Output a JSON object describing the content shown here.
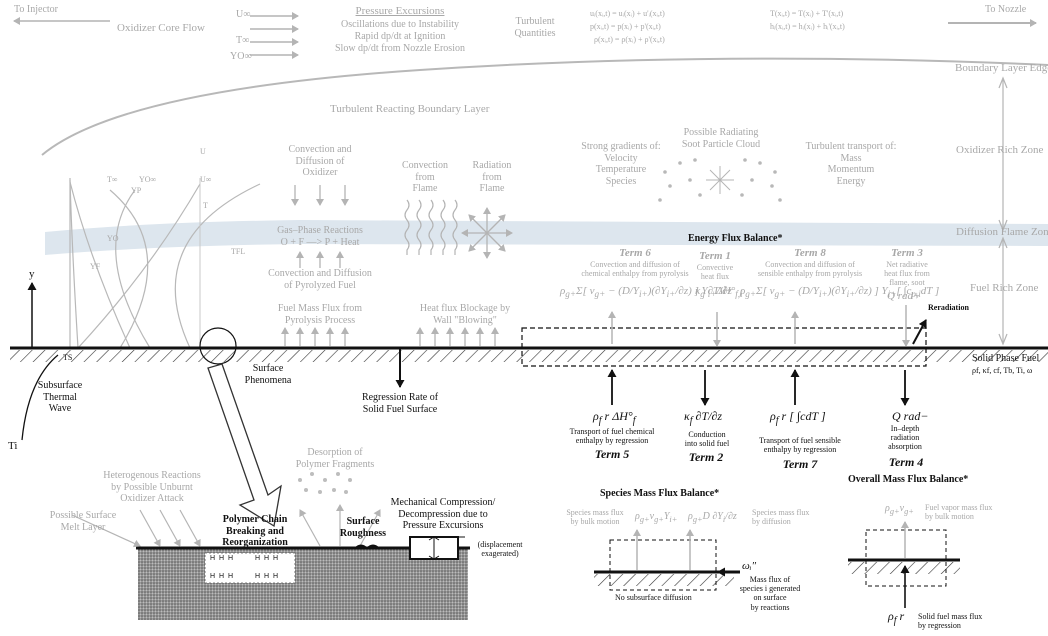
{
  "top": {
    "to_injector": "To Injector",
    "to_nozzle": "To Nozzle",
    "oxidizer_core_flow": "Oxidizer Core Flow",
    "u_inf": "U∞",
    "t_inf": "T∞",
    "yo_inf": "YO∞",
    "pressure_excursions": "Pressure Excursions",
    "pe_line1": "Oscillations due to Instability",
    "pe_line2": "Rapid dp/dt at Ignition",
    "pe_line3": "Slow dp/dt from Nozzle Erosion",
    "turbulent_quantities": "Turbulent\nQuantities",
    "eq_u": "uᵢ(xᵢ,t) = uᵢ(xᵢ) + u'ᵢ(xᵢ,t)",
    "eq_p": "p(xᵢ,t) = p(xᵢ) + p'(xᵢ,t)",
    "eq_r": "ρ(xᵢ,t) = ρ(xᵢ) + ρ'(xᵢ,t)",
    "eq_t": "T(xᵢ,t) = T(xᵢ) + T'(xᵢ,t)",
    "eq_h": "hᵢ(xᵢ,t) = hᵢ(xᵢ) + hᵢ'(xᵢ,t)"
  },
  "zones": {
    "boundary_layer_edge": "Boundary Layer Edge",
    "oxidizer_rich": "Oxidizer Rich Zone",
    "diffusion_flame": "Diffusion Flame Zone",
    "fuel_rich": "Fuel Rich Zone",
    "solid_phase_fuel": "Solid Phase Fuel",
    "solid_props": "ρf, κf, cf, Tb, Ti, ω"
  },
  "profiles": {
    "t_inf": "T∞",
    "yo_inf": "YO∞",
    "u_inf": "U∞",
    "u": "U",
    "yp": "YP",
    "t": "T",
    "yo": "YO",
    "tfl": "TFL",
    "yf": "YF",
    "y_axis": "y",
    "ts": "TS",
    "ti": "Ti"
  },
  "gas": {
    "trbl": "Turbulent Reacting Boundary Layer",
    "conv_diff_ox": "Convection and\nDiffusion of\nOxidizer",
    "conv_flame": "Convection\nfrom\nFlame",
    "rad_flame": "Radiation\nfrom\nFlame",
    "strong_grad": "Strong gradients of:\nVelocity\nTemperature\nSpecies",
    "soot": "Possible Radiating\nSoot Particle Cloud",
    "turb_transport": "Turbulent transport of:\nMass\nMomentum\nEnergy",
    "gas_phase": "Gas–Phase Reactions\nO + F —> P + Heat",
    "conv_diff_fuel": "Convection and Diffusion\nof Pyrolyzed Fuel",
    "fuel_mass_flux": "Fuel Mass Flux from\nPyrolysis Process",
    "heat_flux_block": "Heat flux Blockage by\nWall \"Blowing\""
  },
  "energy": {
    "title": "Energy Flux Balance*",
    "term6": "Term 6",
    "term6_desc": "Convection and diffusion of\nchemical enthalpy from pyrolysis",
    "term1": "Term 1",
    "term1_desc": "Convective\nheat flux",
    "term8": "Term 8",
    "term8_desc": "Convection and diffusion of\nsensible enthalpy from pyrolysis",
    "term3": "Term 3",
    "term3_desc": "Net radiative\nheat flux from\nflame, soot",
    "reradiation": "Reradiation",
    "term5": "Term 5",
    "term5_desc": "Transport of fuel chemical\nenthalpy by regression",
    "term2": "Term 2",
    "term2_desc": "Conduction\ninto solid fuel",
    "term7": "Term 7",
    "term7_desc": "Transport of fuel sensible\nenthalpy by regression",
    "term4": "Term 4",
    "term4_desc": "In–depth\nradiation\nabsorption",
    "q_rad_plus": "Q rad+",
    "q_rad_minus": "Q rad−"
  },
  "surface": {
    "subsurface_thermal": "Subsurface\nThermal\nWave",
    "surface_phenomena": "Surface\nPhenomena",
    "regression_rate": "Regression Rate of\nSolid Fuel Surface",
    "heterogeneous": "Heterogenous Reactions\nby Possible Unburnt\nOxidizer Attack",
    "melt_layer": "Possible Surface\nMelt Layer",
    "desorption": "Desorption of\nPolymer Fragments",
    "mech_comp": "Mechanical Compression/\nDecompression due to\nPressure Excursions",
    "polymer_chain": "Polymer Chain\nBreaking and\nReorganization",
    "surface_roughness": "Surface\nRoughness",
    "displacement": "(displacement\nexagerated)",
    "h_row": "H H H"
  },
  "species": {
    "title": "Species Mass Flux Balance*",
    "bulk": "Species mass flux\nby bulk motion",
    "diffusion": "Species mass flux\nby diffusion",
    "omega": "ωᵢ″",
    "generated": "Mass flux of\nspecies i generated\non surface\nby reactions",
    "no_subsurface": "No subsurface diffusion"
  },
  "overall": {
    "title": "Overall Mass Flux Balance*",
    "fuel_vapor": "Fuel vapor mass flux\nby bulk motion",
    "solid_flux": "Solid fuel mass flux\nby regression"
  },
  "colors": {
    "gray": "#a8a8a8",
    "dark": "#111111",
    "band": "#dde6ee",
    "hatch": "#333333"
  }
}
